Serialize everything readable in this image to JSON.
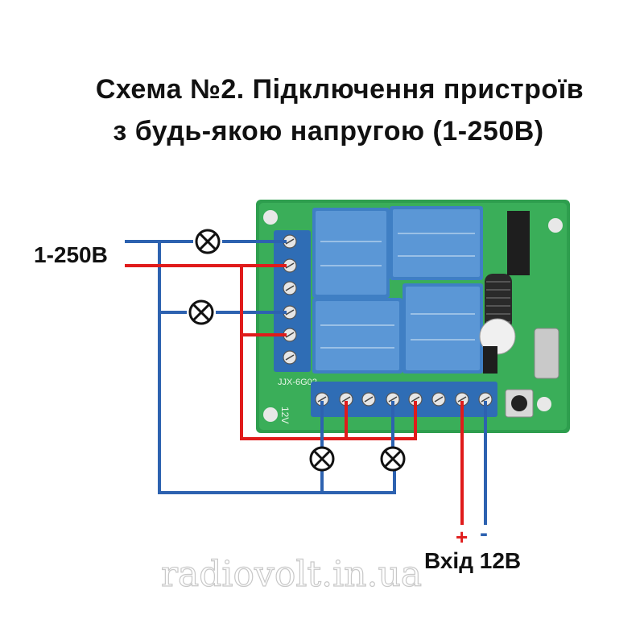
{
  "title": {
    "line1": "Схема №2. Підключення пристроїв",
    "line2": "з будь-якою напругою (1-250В)"
  },
  "labels": {
    "voltage_range": "1-250В",
    "input_label": "Вхід 12В",
    "plus": "+",
    "minus": "-",
    "board_12v": "12V",
    "watermark": "radiovolt.in.ua"
  },
  "colors": {
    "board": "#2e9e4e",
    "relay": "#3f7fc4",
    "terminal": "#2f6db5",
    "wire_red": "#e01b1b",
    "wire_blue": "#2d62b0",
    "lamp": "#111111"
  },
  "icons": [
    "lamp-icon",
    "relay-icon",
    "terminal-screw-icon",
    "antenna-coil-icon",
    "push-button-icon"
  ]
}
